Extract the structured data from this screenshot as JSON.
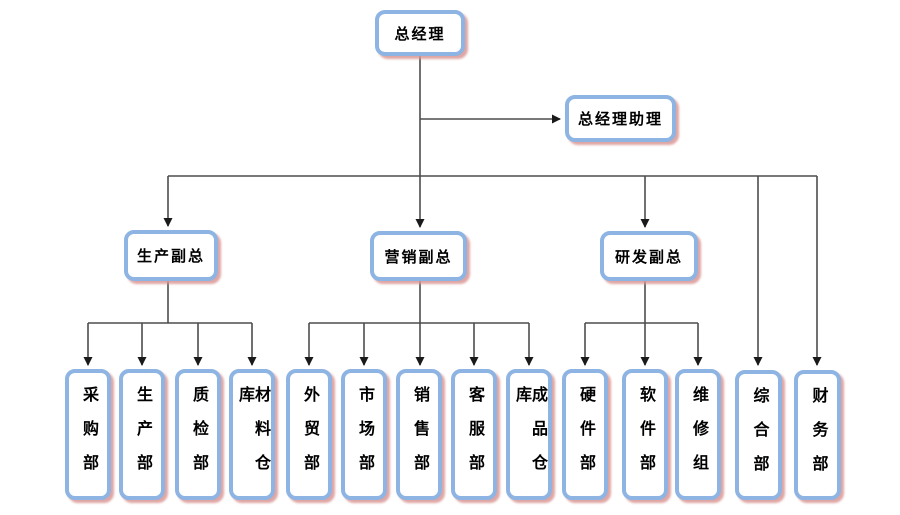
{
  "colors": {
    "background": "#ffffff",
    "box_fill": "#ffffff",
    "box_border": "#8db4e2",
    "box_shadow": "#d99694",
    "line": "#4d4d4d",
    "arrow": "#1a1a1a",
    "text": "#000000"
  },
  "org_chart": {
    "type": "organization-chart",
    "root": {
      "label": "总经理"
    },
    "assistant": {
      "label": "总经理助理"
    },
    "vps": [
      {
        "label": "生产副总",
        "departments": [
          "采购部",
          "生产部",
          "质检部",
          "材料仓库"
        ]
      },
      {
        "label": "营销副总",
        "departments": [
          "外贸部",
          "市场部",
          "销售部",
          "客服部",
          "成品仓库"
        ]
      },
      {
        "label": "研发副总",
        "departments": [
          "硬件部",
          "软件部",
          "维修组"
        ]
      }
    ],
    "direct_departments": [
      "综合部",
      "财务部"
    ]
  }
}
